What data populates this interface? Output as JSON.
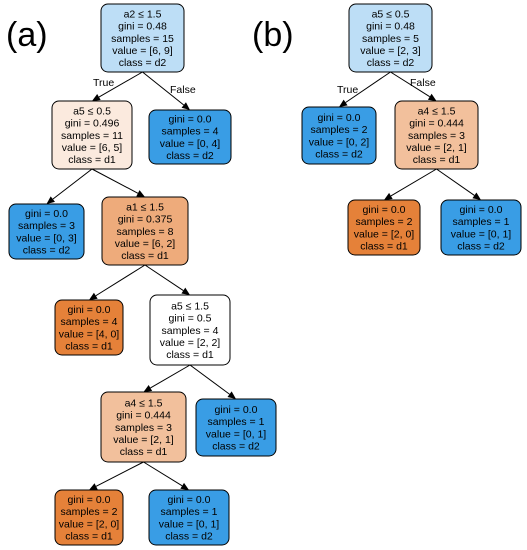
{
  "panels": [
    {
      "label": "(a)",
      "nodes": [
        {
          "id": "a_root",
          "lines": [
            "a2 ≤ 1.5",
            "gini = 0.48",
            "samples = 15",
            "value = [6, 9]",
            "class = d2"
          ],
          "fill": "#bddef6"
        },
        {
          "id": "a_l",
          "lines": [
            "a5 ≤ 0.5",
            "gini = 0.496",
            "samples = 11",
            "value = [6, 5]",
            "class = d1"
          ],
          "fill": "#fbeade"
        },
        {
          "id": "a_r",
          "lines": [
            "gini = 0.0",
            "samples = 4",
            "value = [0, 4]",
            "class = d2"
          ],
          "fill": "#399de5"
        },
        {
          "id": "a_ll",
          "lines": [
            "gini = 0.0",
            "samples = 3",
            "value = [0, 3]",
            "class = d2"
          ],
          "fill": "#399de5"
        },
        {
          "id": "a_lr",
          "lines": [
            "a1 ≤ 1.5",
            "gini = 0.375",
            "samples = 8",
            "value = [6, 2]",
            "class = d1"
          ],
          "fill": "#eeab7b"
        },
        {
          "id": "a_lrl",
          "lines": [
            "gini = 0.0",
            "samples = 4",
            "value = [4, 0]",
            "class = d1"
          ],
          "fill": "#e58139"
        },
        {
          "id": "a_lrr",
          "lines": [
            "a5 ≤ 1.5",
            "gini = 0.5",
            "samples = 4",
            "value = [2, 2]",
            "class = d1"
          ],
          "fill": "#ffffff"
        },
        {
          "id": "a_lrrl",
          "lines": [
            "a4 ≤ 1.5",
            "gini = 0.444",
            "samples = 3",
            "value = [2, 1]",
            "class = d1"
          ],
          "fill": "#f2c09c"
        },
        {
          "id": "a_lrrr",
          "lines": [
            "gini = 0.0",
            "samples = 1",
            "value = [0, 1]",
            "class = d2"
          ],
          "fill": "#399de5"
        },
        {
          "id": "a_lrrll",
          "lines": [
            "gini = 0.0",
            "samples = 2",
            "value = [2, 0]",
            "class = d1"
          ],
          "fill": "#e58139"
        },
        {
          "id": "a_lrrlr",
          "lines": [
            "gini = 0.0",
            "samples = 1",
            "value = [0, 1]",
            "class = d2"
          ],
          "fill": "#399de5"
        }
      ],
      "edges": [
        {
          "from": "a_root",
          "to": "a_l",
          "label": "True"
        },
        {
          "from": "a_root",
          "to": "a_r",
          "label": "False"
        },
        {
          "from": "a_l",
          "to": "a_ll",
          "label": ""
        },
        {
          "from": "a_l",
          "to": "a_lr",
          "label": ""
        },
        {
          "from": "a_lr",
          "to": "a_lrl",
          "label": ""
        },
        {
          "from": "a_lr",
          "to": "a_lrr",
          "label": ""
        },
        {
          "from": "a_lrr",
          "to": "a_lrrl",
          "label": ""
        },
        {
          "from": "a_lrr",
          "to": "a_lrrr",
          "label": ""
        },
        {
          "from": "a_lrrl",
          "to": "a_lrrll",
          "label": ""
        },
        {
          "from": "a_lrrl",
          "to": "a_lrrlr",
          "label": ""
        }
      ]
    },
    {
      "label": "(b)",
      "nodes": [
        {
          "id": "b_root",
          "lines": [
            "a5 ≤ 0.5",
            "gini = 0.48",
            "samples = 5",
            "value = [2, 3]",
            "class = d2"
          ],
          "fill": "#bddef6"
        },
        {
          "id": "b_l",
          "lines": [
            "gini = 0.0",
            "samples = 2",
            "value = [0, 2]",
            "class = d2"
          ],
          "fill": "#399de5"
        },
        {
          "id": "b_r",
          "lines": [
            "a4 ≤ 1.5",
            "gini = 0.444",
            "samples = 3",
            "value = [2, 1]",
            "class = d1"
          ],
          "fill": "#f2c09c"
        },
        {
          "id": "b_rl",
          "lines": [
            "gini = 0.0",
            "samples = 2",
            "value = [2, 0]",
            "class = d1"
          ],
          "fill": "#e58139"
        },
        {
          "id": "b_rr",
          "lines": [
            "gini = 0.0",
            "samples = 1",
            "value = [0, 1]",
            "class = d2"
          ],
          "fill": "#399de5"
        }
      ],
      "edges": [
        {
          "from": "b_root",
          "to": "b_l",
          "label": "True"
        },
        {
          "from": "b_root",
          "to": "b_r",
          "label": "False"
        },
        {
          "from": "b_r",
          "to": "b_rl",
          "label": ""
        },
        {
          "from": "b_r",
          "to": "b_rr",
          "label": ""
        }
      ]
    }
  ]
}
